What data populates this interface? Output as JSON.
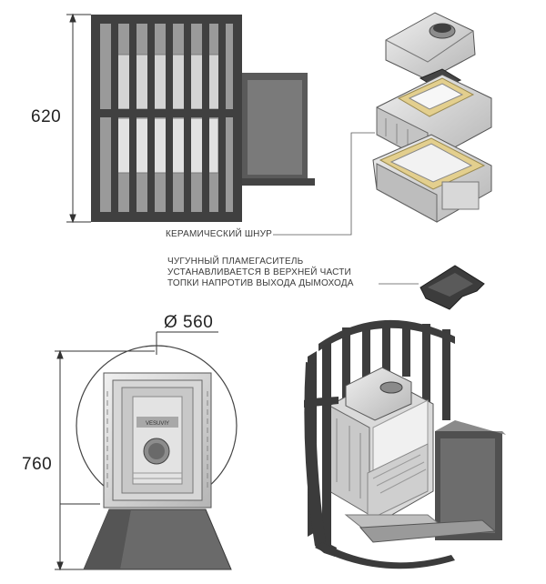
{
  "dimensions": {
    "height_top": "620",
    "diameter": "Ø 560",
    "height_bottom": "760"
  },
  "callouts": {
    "ceramic_cord": "КЕРАМИЧЕСКИЙ ШНУР",
    "flame_divider": [
      "ЧУГУННЫЙ ПЛАМЕГАСИТЕЛЬ",
      "УСТАНАВЛИВАЕТСЯ В ВЕРХНЕЙ ЧАСТИ",
      "ТОПКИ НАПРОТИВ ВЫХОДА ДЫМОХОДА"
    ]
  },
  "door_brand": "VESUVIY",
  "colors": {
    "steel": "#3f3f3f",
    "steel_dark": "#2a2a2a",
    "cast_iron": "#c9c9c9",
    "cast_iron_light": "#e6e6e6",
    "ceramic_cord": "#e3cf8e",
    "line": "#555555"
  }
}
